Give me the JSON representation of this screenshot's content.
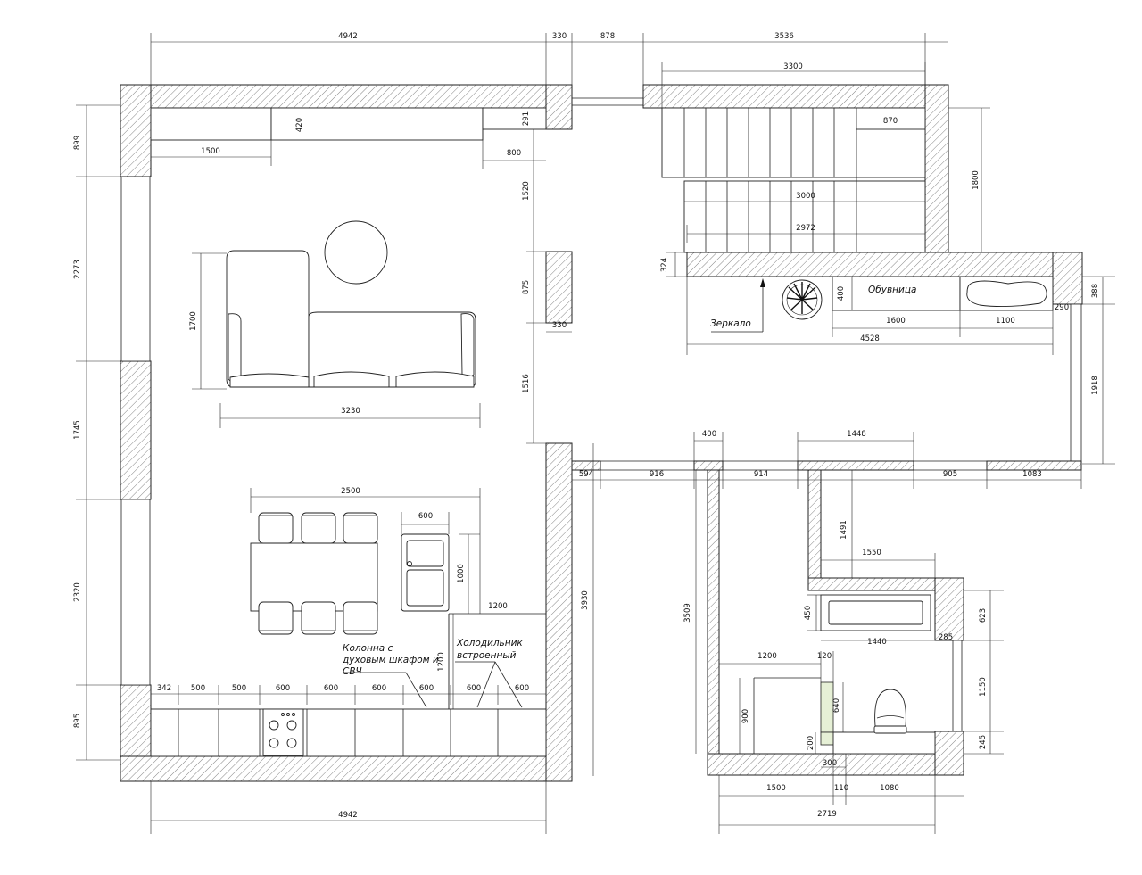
{
  "dimensions": {
    "top_total_left": "4942",
    "top_330": "330",
    "top_878": "878",
    "top_3536": "3536",
    "stairs_3300": "3300",
    "stairs_870": "870",
    "stairs_1800": "1800",
    "stairs_3000": "3000",
    "stairs_2972": "2972",
    "hall_324": "324",
    "hall_400": "400",
    "hall_1600": "1600",
    "hall_1100": "1100",
    "hall_4528": "4528",
    "hall_388": "388",
    "hall_290": "290",
    "hall_1918": "1918",
    "hall_400b": "400",
    "hall_1448": "1448",
    "wall_594": "594",
    "wall_916": "916",
    "wall_914": "914",
    "wall_905": "905",
    "wall_1083": "1083",
    "left_899": "899",
    "left_2273": "2273",
    "left_1745": "1745",
    "left_2320": "2320",
    "left_895": "895",
    "shelf_420": "420",
    "shelf_1500": "1500",
    "shelf_291": "291",
    "shelf_800": "800",
    "mid_1520": "1520",
    "mid_875": "875",
    "mid_330": "330",
    "mid_1516": "1516",
    "sofa_1700": "1700",
    "sofa_3230": "3230",
    "table_2500": "2500",
    "table_600": "600",
    "sink_1000": "1000",
    "kitchen_1200": "1200",
    "kitchen_1200v": "1200",
    "right_3930": "3930",
    "bottom_4942": "4942",
    "bath_3509": "3509",
    "bath_1491": "1491",
    "bath_1550": "1550",
    "bath_450": "450",
    "bath_623": "623",
    "bath_1440": "1440",
    "bath_285": "285",
    "bath_1200": "1200",
    "bath_120": "120",
    "bath_1150": "1150",
    "bath_900": "900",
    "bath_640": "640",
    "bath_245": "245",
    "bath_200": "200",
    "bath_300": "300",
    "bath_1500": "1500",
    "bath_110": "110",
    "bath_1080": "1080",
    "bath_2719": "2719",
    "k_342": "342",
    "k_500a": "500",
    "k_500b": "500",
    "k_600a": "600",
    "k_600b": "600",
    "k_600c": "600",
    "k_600d": "600",
    "k_600e": "600",
    "k_600f": "600"
  },
  "labels": {
    "shoe_rack": "Обувница",
    "mirror": "Зеркало",
    "column_line1": "Колонна с",
    "column_line2": "духовым шкафом и",
    "column_line3": "СВЧ",
    "fridge_line1": "Холодильник",
    "fridge_line2": "встроенный"
  }
}
